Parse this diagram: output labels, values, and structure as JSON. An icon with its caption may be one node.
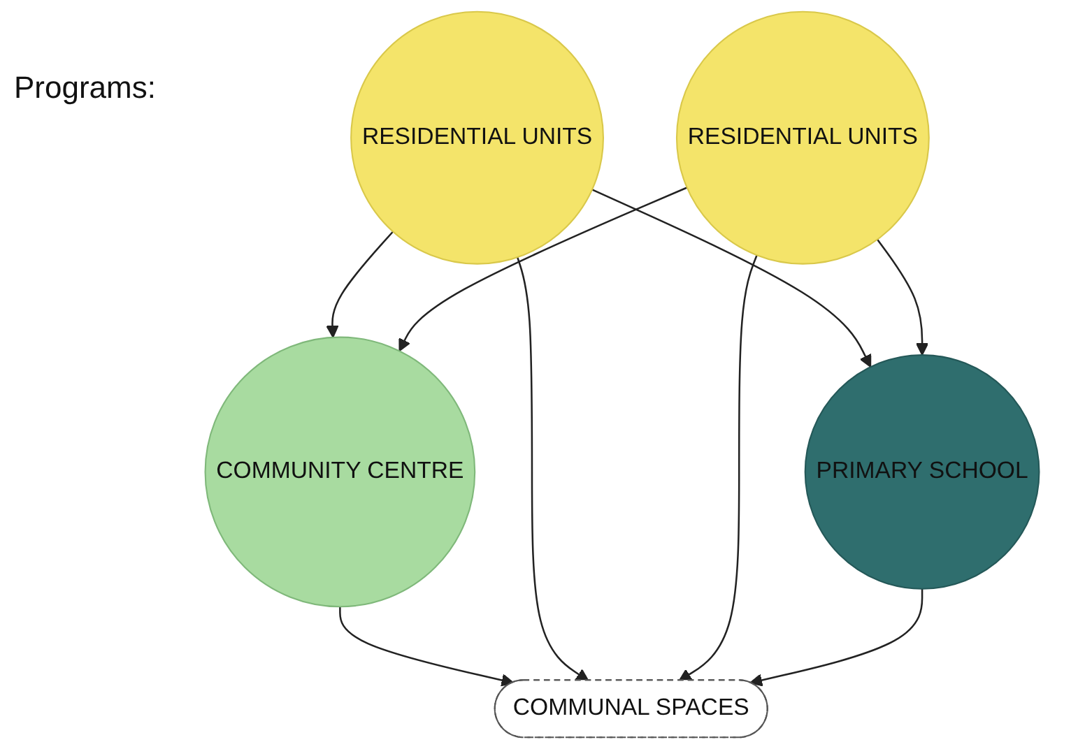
{
  "diagram": {
    "title": "Programs:",
    "nodes": [
      {
        "text": [
          "COMMUNITY CENTRE"
        ]
      },
      {
        "text": [
          "RESIDENTIAL UNITS"
        ]
      },
      {
        "text": [
          "COMMUNAL SPACES"
        ]
      },
      {
        "text": [
          "RESIDENTIAL UNITS"
        ]
      },
      {
        "text": [
          "PRIMARY SCHOOL"
        ]
      }
    ],
    "edges": [
      {
        "from": 1,
        "to": 0,
        "arrow": "to"
      },
      {
        "from": 3,
        "to": 0,
        "arrow": "to"
      },
      {
        "from": 0,
        "to": 2,
        "arrow": "to"
      },
      {
        "from": 1,
        "to": 2,
        "arrow": "to"
      },
      {
        "from": 3,
        "to": 2,
        "arrow": "to"
      },
      {
        "from": 4,
        "to": 2,
        "arrow": "to"
      },
      {
        "from": 1,
        "to": 4,
        "arrow": "to"
      },
      {
        "from": 3,
        "to": 4,
        "arrow": "to"
      }
    ]
  }
}
